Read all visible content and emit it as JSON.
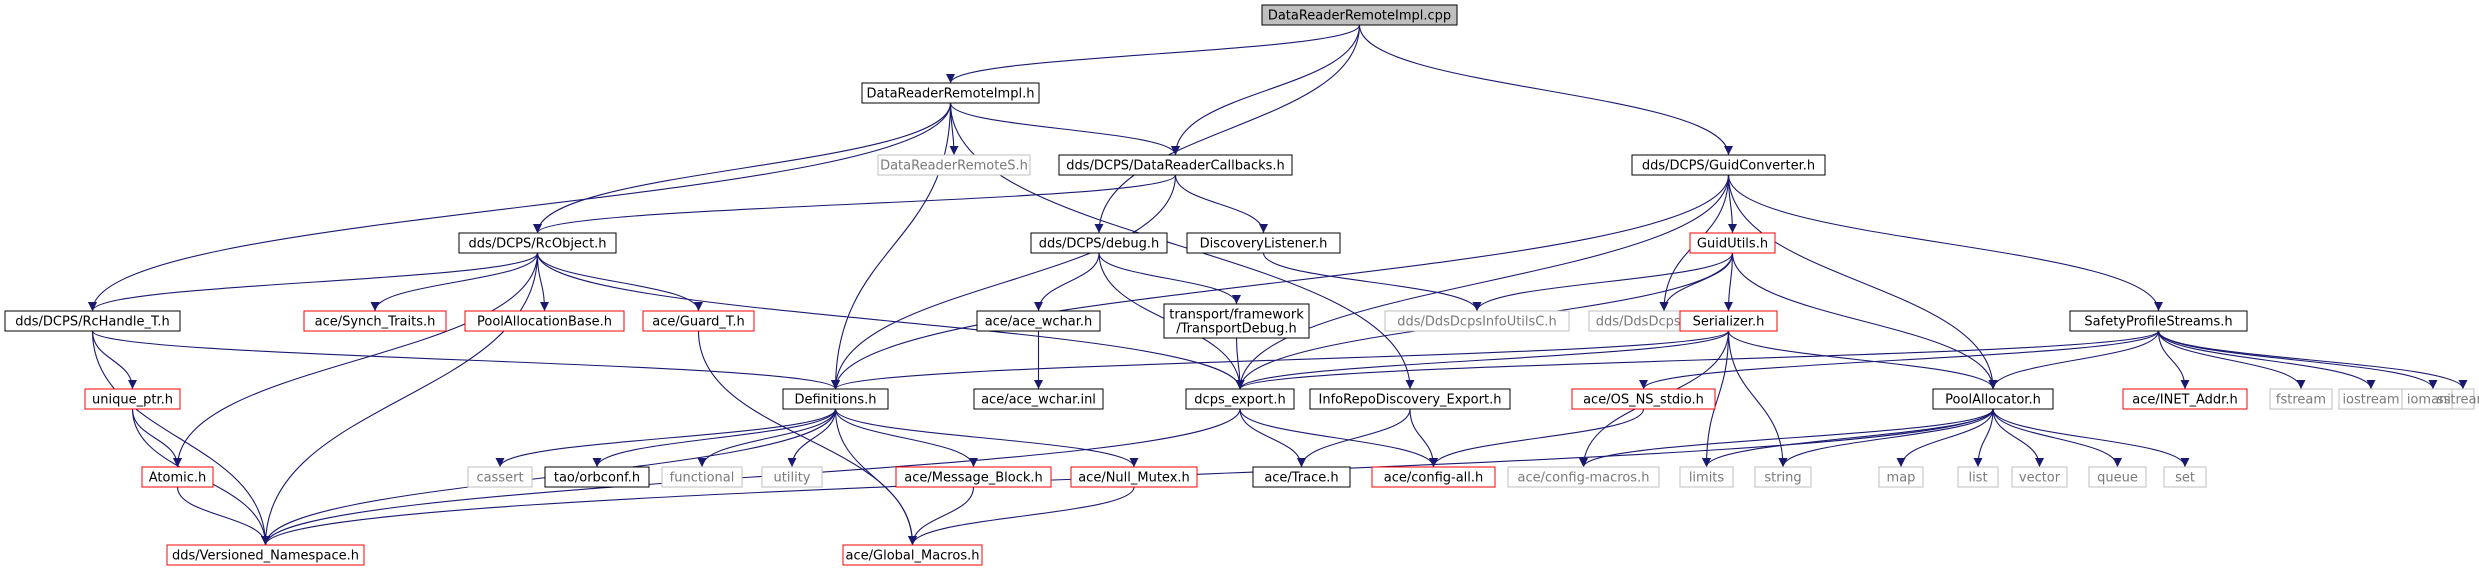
{
  "colors": {
    "edge": "#191970",
    "border_normal": "#000000",
    "border_red": "#ff0000",
    "border_gray": "#bfbfbf",
    "root_fill": "#bfbfbf",
    "fill": "#ffffff"
  },
  "nodes": [
    {
      "id": "root",
      "label": "DataReaderRemoteImpl.cpp",
      "style": "root"
    },
    {
      "id": "drih",
      "label": "DataReaderRemoteImpl.h",
      "style": "normal"
    },
    {
      "id": "drs",
      "label": "DataReaderRemoteS.h",
      "style": "gray"
    },
    {
      "id": "drc",
      "label": "dds/DCPS/DataReaderCallbacks.h",
      "style": "normal"
    },
    {
      "id": "gc",
      "label": "dds/DCPS/GuidConverter.h",
      "style": "normal"
    },
    {
      "id": "rco",
      "label": "dds/DCPS/RcObject.h",
      "style": "normal"
    },
    {
      "id": "dbg",
      "label": "dds/DCPS/debug.h",
      "style": "normal"
    },
    {
      "id": "dl",
      "label": "DiscoveryListener.h",
      "style": "normal"
    },
    {
      "id": "gu",
      "label": "GuidUtils.h",
      "style": "red"
    },
    {
      "id": "rch",
      "label": "dds/DCPS/RcHandle_T.h",
      "style": "normal"
    },
    {
      "id": "st",
      "label": "ace/Synch_Traits.h",
      "style": "red"
    },
    {
      "id": "pab",
      "label": "PoolAllocationBase.h",
      "style": "red"
    },
    {
      "id": "gt",
      "label": "ace/Guard_T.h",
      "style": "red"
    },
    {
      "id": "awc",
      "label": "ace/ace_wchar.h",
      "style": "normal"
    },
    {
      "id": "ttd",
      "label": "transport/framework\n/TransportDebug.h",
      "style": "normal"
    },
    {
      "id": "diu",
      "label": "dds/DdsDcpsInfoUtilsC.h",
      "style": "gray"
    },
    {
      "id": "dgc",
      "label": "dds/DdsDcpsGuidC.h",
      "style": "gray"
    },
    {
      "id": "ser",
      "label": "Serializer.h",
      "style": "red"
    },
    {
      "id": "sps",
      "label": "SafetyProfileStreams.h",
      "style": "normal"
    },
    {
      "id": "up",
      "label": "unique_ptr.h",
      "style": "red"
    },
    {
      "id": "def",
      "label": "Definitions.h",
      "style": "normal"
    },
    {
      "id": "awi",
      "label": "ace/ace_wchar.inl",
      "style": "normal"
    },
    {
      "id": "dex",
      "label": "dcps_export.h",
      "style": "normal"
    },
    {
      "id": "irde",
      "label": "InfoRepoDiscovery_Export.h",
      "style": "normal"
    },
    {
      "id": "osns",
      "label": "ace/OS_NS_stdio.h",
      "style": "red"
    },
    {
      "id": "pa",
      "label": "PoolAllocator.h",
      "style": "normal"
    },
    {
      "id": "ina",
      "label": "ace/INET_Addr.h",
      "style": "red"
    },
    {
      "id": "fs",
      "label": "fstream",
      "style": "gray"
    },
    {
      "id": "ios",
      "label": "iostream",
      "style": "gray"
    },
    {
      "id": "iom",
      "label": "iomanip",
      "style": "gray"
    },
    {
      "id": "sst",
      "label": "sstream",
      "style": "gray"
    },
    {
      "id": "atm",
      "label": "Atomic.h",
      "style": "red"
    },
    {
      "id": "cas",
      "label": "cassert",
      "style": "gray"
    },
    {
      "id": "orb",
      "label": "tao/orbconf.h",
      "style": "normal"
    },
    {
      "id": "fun",
      "label": "functional",
      "style": "gray"
    },
    {
      "id": "utl",
      "label": "utility",
      "style": "gray"
    },
    {
      "id": "mb",
      "label": "ace/Message_Block.h",
      "style": "red"
    },
    {
      "id": "nm",
      "label": "ace/Null_Mutex.h",
      "style": "red"
    },
    {
      "id": "tr",
      "label": "ace/Trace.h",
      "style": "normal"
    },
    {
      "id": "ca",
      "label": "ace/config-all.h",
      "style": "red"
    },
    {
      "id": "cm",
      "label": "ace/config-macros.h",
      "style": "gray"
    },
    {
      "id": "lim",
      "label": "limits",
      "style": "gray"
    },
    {
      "id": "str",
      "label": "string",
      "style": "gray"
    },
    {
      "id": "map",
      "label": "map",
      "style": "gray"
    },
    {
      "id": "lst",
      "label": "list",
      "style": "gray"
    },
    {
      "id": "vec",
      "label": "vector",
      "style": "gray"
    },
    {
      "id": "que",
      "label": "queue",
      "style": "gray"
    },
    {
      "id": "set",
      "label": "set",
      "style": "gray"
    },
    {
      "id": "vn",
      "label": "dds/Versioned_Namespace.h",
      "style": "red"
    },
    {
      "id": "gm",
      "label": "ace/Global_Macros.h",
      "style": "red"
    }
  ],
  "edges": [
    [
      "root",
      "drih"
    ],
    [
      "root",
      "drc"
    ],
    [
      "root",
      "dbg"
    ],
    [
      "root",
      "gc"
    ],
    [
      "drih",
      "drs"
    ],
    [
      "drih",
      "drc"
    ],
    [
      "drih",
      "rco"
    ],
    [
      "drih",
      "rch"
    ],
    [
      "drih",
      "def"
    ],
    [
      "drih",
      "irde"
    ],
    [
      "drc",
      "rco"
    ],
    [
      "drc",
      "dl"
    ],
    [
      "drc",
      "def"
    ],
    [
      "gc",
      "def"
    ],
    [
      "gc",
      "gu"
    ],
    [
      "gc",
      "dgc"
    ],
    [
      "gc",
      "pa"
    ],
    [
      "gc",
      "sps"
    ],
    [
      "gc",
      "dex"
    ],
    [
      "rco",
      "rch"
    ],
    [
      "rco",
      "st"
    ],
    [
      "rco",
      "pab"
    ],
    [
      "rco",
      "gt"
    ],
    [
      "rco",
      "atm"
    ],
    [
      "rco",
      "vn"
    ],
    [
      "rco",
      "dex"
    ],
    [
      "dbg",
      "awc"
    ],
    [
      "dbg",
      "ttd"
    ],
    [
      "dbg",
      "dex"
    ],
    [
      "dl",
      "diu"
    ],
    [
      "gu",
      "diu"
    ],
    [
      "gu",
      "dgc"
    ],
    [
      "gu",
      "ser"
    ],
    [
      "gu",
      "pa"
    ],
    [
      "gu",
      "dex"
    ],
    [
      "rch",
      "up"
    ],
    [
      "rch",
      "def"
    ],
    [
      "rch",
      "vn"
    ],
    [
      "awc",
      "awi"
    ],
    [
      "ttd",
      "dex"
    ],
    [
      "ser",
      "def"
    ],
    [
      "ser",
      "pa"
    ],
    [
      "ser",
      "cm"
    ],
    [
      "ser",
      "lim"
    ],
    [
      "ser",
      "str"
    ],
    [
      "ser",
      "dex"
    ],
    [
      "sps",
      "pa"
    ],
    [
      "sps",
      "osns"
    ],
    [
      "sps",
      "ina"
    ],
    [
      "sps",
      "fs"
    ],
    [
      "sps",
      "ios"
    ],
    [
      "sps",
      "iom"
    ],
    [
      "sps",
      "sst"
    ],
    [
      "sps",
      "dex"
    ],
    [
      "up",
      "atm"
    ],
    [
      "up",
      "vn"
    ],
    [
      "atm",
      "vn"
    ],
    [
      "gt",
      "gm"
    ],
    [
      "def",
      "vn"
    ],
    [
      "def",
      "cas"
    ],
    [
      "def",
      "orb"
    ],
    [
      "def",
      "fun"
    ],
    [
      "def",
      "utl"
    ],
    [
      "def",
      "mb"
    ],
    [
      "def",
      "nm"
    ],
    [
      "def",
      "gm"
    ],
    [
      "dex",
      "tr"
    ],
    [
      "dex",
      "ca"
    ],
    [
      "dex",
      "vn"
    ],
    [
      "irde",
      "tr"
    ],
    [
      "irde",
      "ca"
    ],
    [
      "osns",
      "ca"
    ],
    [
      "pa",
      "cm"
    ],
    [
      "pa",
      "lim"
    ],
    [
      "pa",
      "str"
    ],
    [
      "pa",
      "map"
    ],
    [
      "pa",
      "lst"
    ],
    [
      "pa",
      "vec"
    ],
    [
      "pa",
      "que"
    ],
    [
      "pa",
      "set"
    ],
    [
      "pa",
      "vn"
    ],
    [
      "mb",
      "gm"
    ],
    [
      "nm",
      "gm"
    ]
  ]
}
